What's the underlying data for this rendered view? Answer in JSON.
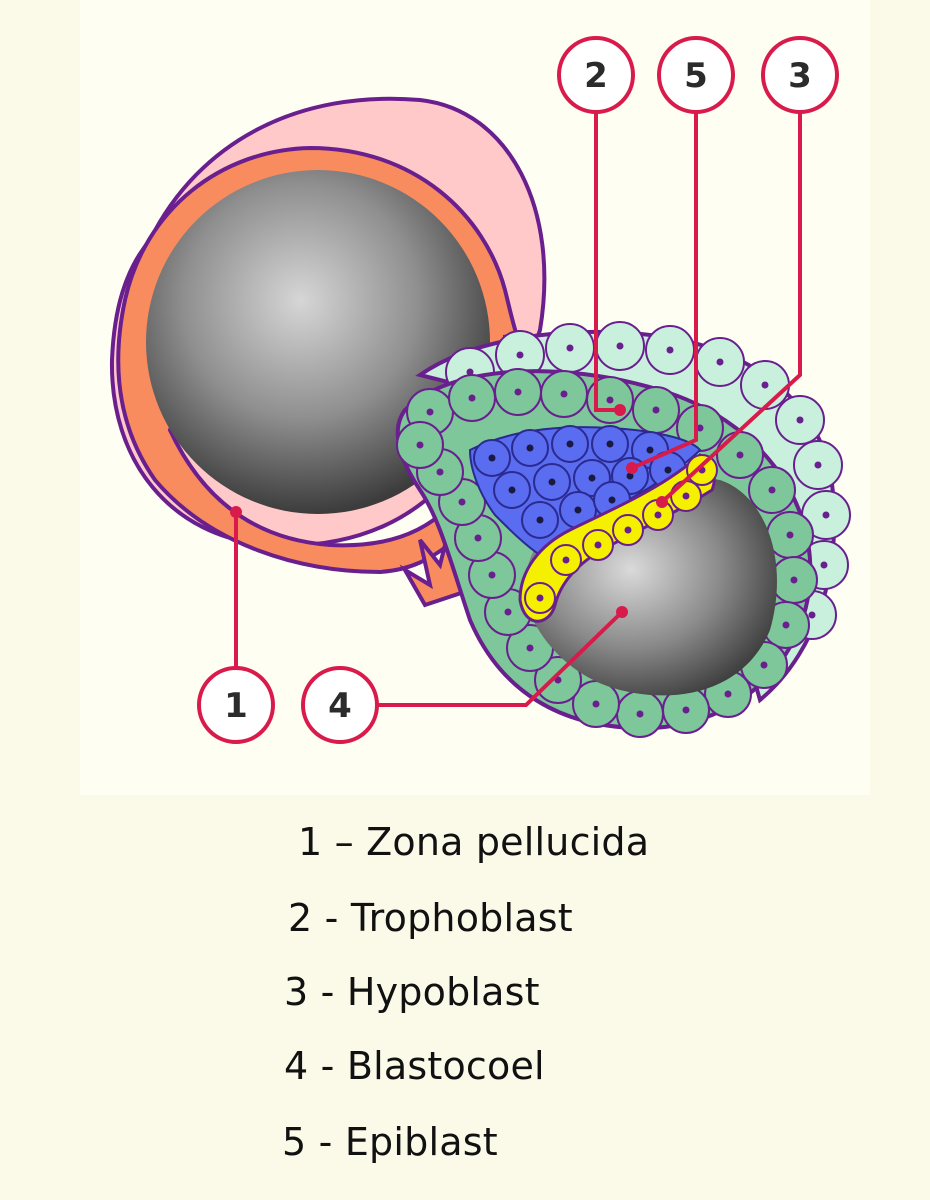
{
  "callouts": [
    {
      "id": "1",
      "label": "1"
    },
    {
      "id": "2",
      "label": "2"
    },
    {
      "id": "3",
      "label": "3"
    },
    {
      "id": "4",
      "label": "4"
    },
    {
      "id": "5",
      "label": "5"
    }
  ],
  "legend": [
    "1 – Zona pellucida",
    "2 - Trophoblast",
    "3 - Hypoblast",
    "4 - Blastocoel",
    "5 - Epiblast"
  ],
  "colors": {
    "background": "#fbf9e8",
    "diagram_background": "#fffef2",
    "callout": "#d81b4a",
    "zona_pellucida": "#f98c5f",
    "zona_outer": "#ffc9c9",
    "outline": "#6a1f8f",
    "trophoblast": "#7ec79a",
    "trophoblast_light": "#c8f0dc",
    "epiblast": "#5a6cf0",
    "hypoblast": "#f5f000",
    "cavity_dark": "#3c3c3c",
    "cavity_light": "#d6d6d6"
  }
}
